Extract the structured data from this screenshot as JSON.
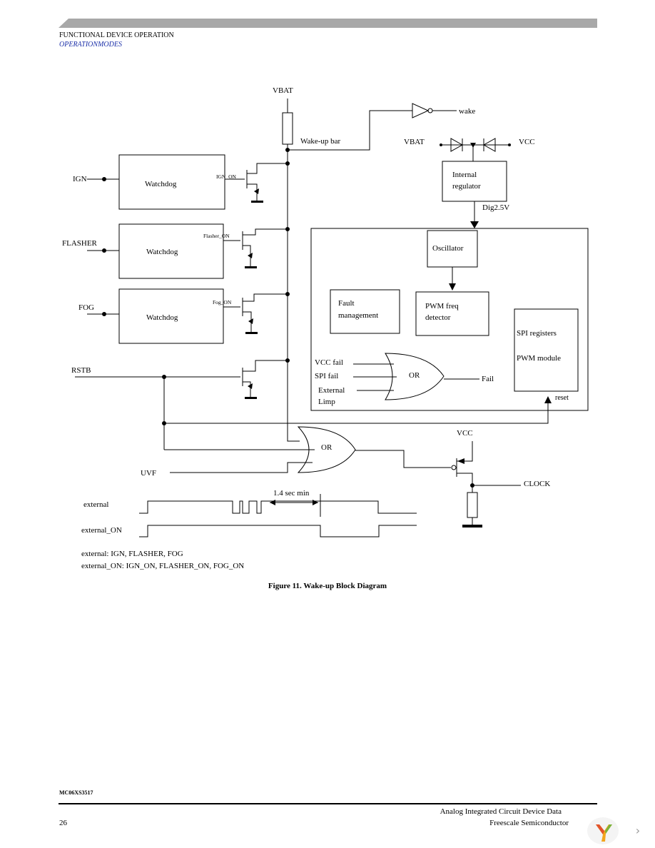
{
  "header": {
    "section": "FUNCTIONAL DEVICE OPERATION",
    "subsection": "OPERATIONMODES"
  },
  "diagram": {
    "vbat_top": "VBAT",
    "wakeup_bar": "Wake-up bar",
    "wake": "wake",
    "vbat_right": "VBAT",
    "vcc_right": "VCC",
    "internal_regulator": [
      "Internal",
      "regulator"
    ],
    "dig": "Dig2.5V",
    "oscillator": "Oscillator",
    "fault_management": [
      "Fault",
      "management"
    ],
    "pwm_freq": [
      "PWM freq",
      "detector"
    ],
    "spi_registers": "SPI registers",
    "pwm_module": "PWM module",
    "reset": "reset",
    "vcc_fail": "VCC fail",
    "spi_fail": "SPI fail",
    "external_limp": [
      "External",
      "Limp"
    ],
    "or_inner": "OR",
    "fail": "Fail",
    "ign": "IGN",
    "flasher": "FLASHER",
    "fog": "FOG",
    "rstb": "RSTB",
    "watchdog": "Watchdog",
    "ign_on": "IGN_ON",
    "flasher_on": "Flasher_ON",
    "fog_on": "Fog_ON",
    "or_main": "OR",
    "uvf": "UVF",
    "vcc_bottom": "VCC",
    "clock": "CLOCK",
    "timing_min": "1.4 sec min",
    "external": "external",
    "external_on": "external_ON",
    "legend1": "external: IGN, FLASHER, FOG",
    "legend2": "external_ON: IGN_ON, FLASHER_ON, FOG_ON"
  },
  "caption": "Figure 11. Wake-up Block Diagram",
  "footer": {
    "part_number": "MC06XS3517",
    "page_number": "26",
    "doc_title": "Analog Integrated Circuit Device Data",
    "company": "Freescale Semiconductor"
  },
  "colors": {
    "header_bar": "#a8a8a8",
    "subsection": "#1a2ea8"
  }
}
